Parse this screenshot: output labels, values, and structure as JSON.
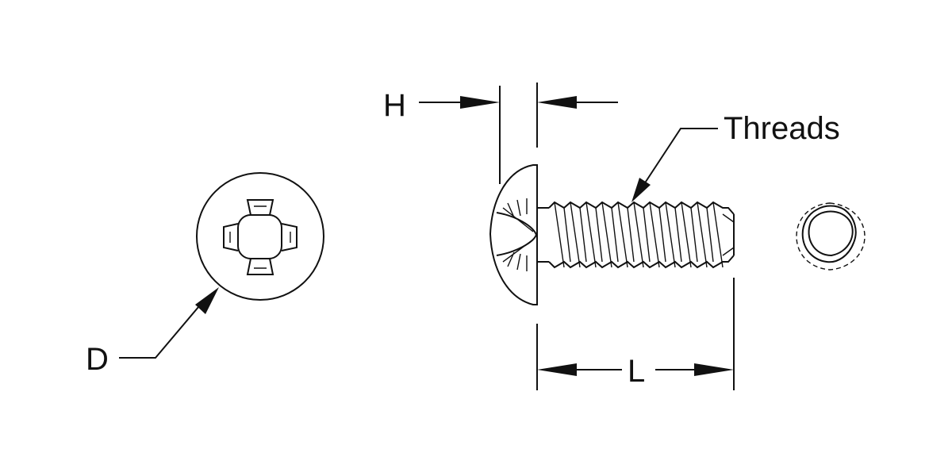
{
  "labels": {
    "head_height": "H",
    "threads": "Threads",
    "diameter": "D",
    "length": "L"
  },
  "colors": {
    "line": "#111111",
    "background": "#ffffff"
  }
}
